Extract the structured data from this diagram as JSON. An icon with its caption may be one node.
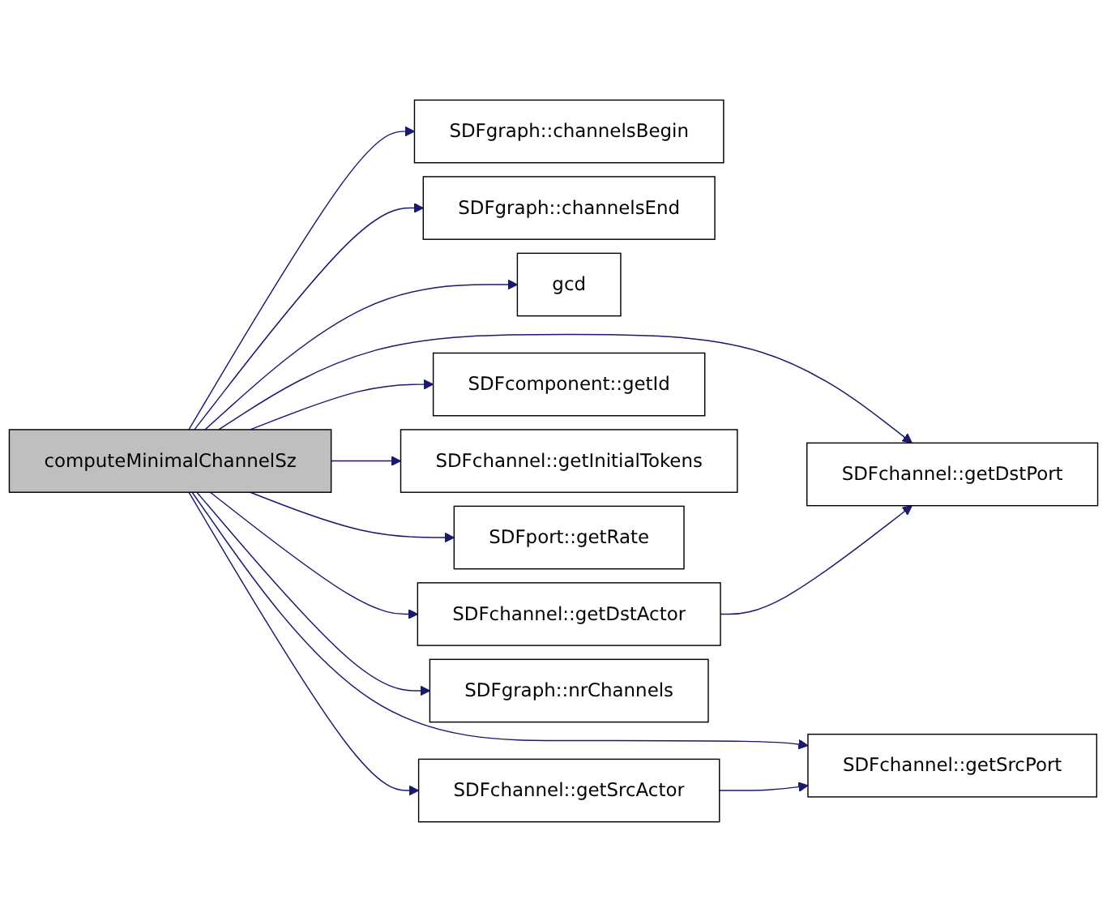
{
  "diagram": {
    "nodes": [
      {
        "text": [
          "computeMinimalChannelSz"
        ]
      },
      {
        "text": [
          "SDFgraph::channelsBegin"
        ]
      },
      {
        "text": [
          "SDFgraph::channelsEnd"
        ]
      },
      {
        "text": [
          "gcd"
        ]
      },
      {
        "text": [
          "SDFchannel::getDstActor"
        ]
      },
      {
        "text": [
          "SDFchannel::getDstPort"
        ]
      },
      {
        "text": [
          "SDFcomponent::getId"
        ]
      },
      {
        "text": [
          "SDFchannel::getInitialTokens"
        ]
      },
      {
        "text": [
          "SDFport::getRate"
        ]
      },
      {
        "text": [
          "SDFchannel::getSrcActor"
        ]
      },
      {
        "text": [
          "SDFchannel::getSrcPort"
        ]
      },
      {
        "text": [
          "SDFgraph::nrChannels"
        ]
      }
    ],
    "edges": [
      {
        "from": 0,
        "to": 1,
        "arrow": "to"
      },
      {
        "from": 0,
        "to": 2,
        "arrow": "to"
      },
      {
        "from": 0,
        "to": 3,
        "arrow": "to"
      },
      {
        "from": 0,
        "to": 4,
        "arrow": "to"
      },
      {
        "from": 0,
        "to": 5,
        "arrow": "to"
      },
      {
        "from": 4,
        "to": 5,
        "arrow": "to"
      },
      {
        "from": 0,
        "to": 6,
        "arrow": "to"
      },
      {
        "from": 0,
        "to": 7,
        "arrow": "to"
      },
      {
        "from": 0,
        "to": 8,
        "arrow": "to"
      },
      {
        "from": 0,
        "to": 9,
        "arrow": "to"
      },
      {
        "from": 0,
        "to": 10,
        "arrow": "to"
      },
      {
        "from": 9,
        "to": 10,
        "arrow": "to"
      },
      {
        "from": 0,
        "to": 11,
        "arrow": "to"
      }
    ]
  }
}
